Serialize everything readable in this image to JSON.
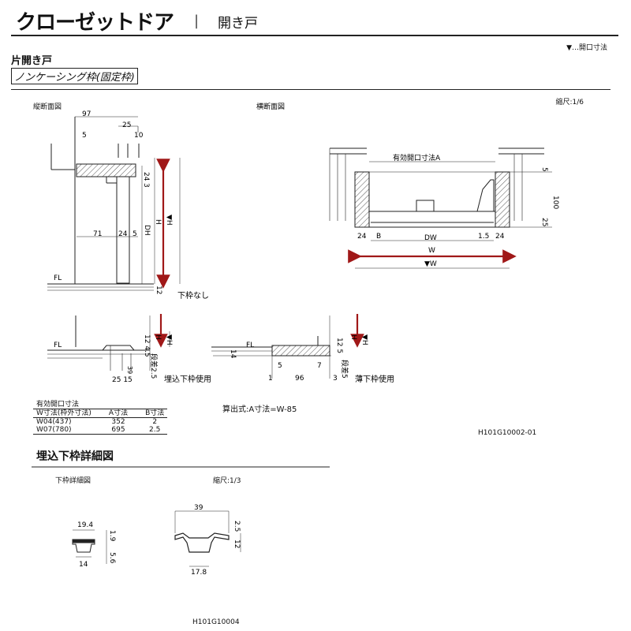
{
  "header": {
    "title": "クローゼットドア",
    "separator": "|",
    "subtitle": "開き戸",
    "legend": "▼…開口寸法"
  },
  "section": {
    "title": "片開き戸",
    "frame_label": "ノンケーシング枠(固定枠)",
    "scale": "縮尺:1/6"
  },
  "vertical_view": {
    "title": "縦断面図",
    "dims": [
      "97",
      "25",
      "5",
      "10",
      "24",
      "3",
      "71",
      "24",
      "5",
      "DH",
      "H",
      "▼H",
      "12"
    ],
    "floor": "FL",
    "note": "下枠なし"
  },
  "horizontal_view": {
    "title": "横断面図",
    "effective_label": "有効開口寸法A",
    "dims": [
      "5",
      "100",
      "25",
      "24",
      "B",
      "DW",
      "1.5",
      "24",
      "W",
      "▼W"
    ]
  },
  "embedded_view": {
    "floor": "FL",
    "dims": [
      "12",
      "4.5",
      "H",
      "▼H",
      "段差2.5",
      "25",
      "15",
      "39"
    ],
    "note": "埋込下枠使用"
  },
  "thin_view": {
    "floor": "FL",
    "dims": [
      "14",
      "12",
      "5",
      "H",
      "▼H",
      "段差5",
      "1",
      "5",
      "96",
      "7",
      "3"
    ],
    "note": "薄下枠使用"
  },
  "effective_table": {
    "title": "有効開口寸法",
    "headers": [
      "W寸法(枠外寸法)",
      "A寸法",
      "B寸法"
    ],
    "rows": [
      [
        "W04(437)",
        "352",
        "2"
      ],
      [
        "W07(780)",
        "695",
        "2.5"
      ]
    ]
  },
  "formula": "算出式:A寸法=W-85",
  "code1": "H101G10002-01",
  "detail": {
    "title": "埋込下枠詳細図",
    "subtitle": "下枠詳細図",
    "scale": "縮尺:1/3",
    "small_dims": [
      "19.4",
      "1.9",
      "14",
      "5.6"
    ],
    "large_dims": [
      "39",
      "2.5",
      "12",
      "17.8"
    ],
    "code": "H101G10004"
  },
  "colors": {
    "arrow": "#a01818",
    "line": "#222222",
    "hatch": "#555555"
  }
}
